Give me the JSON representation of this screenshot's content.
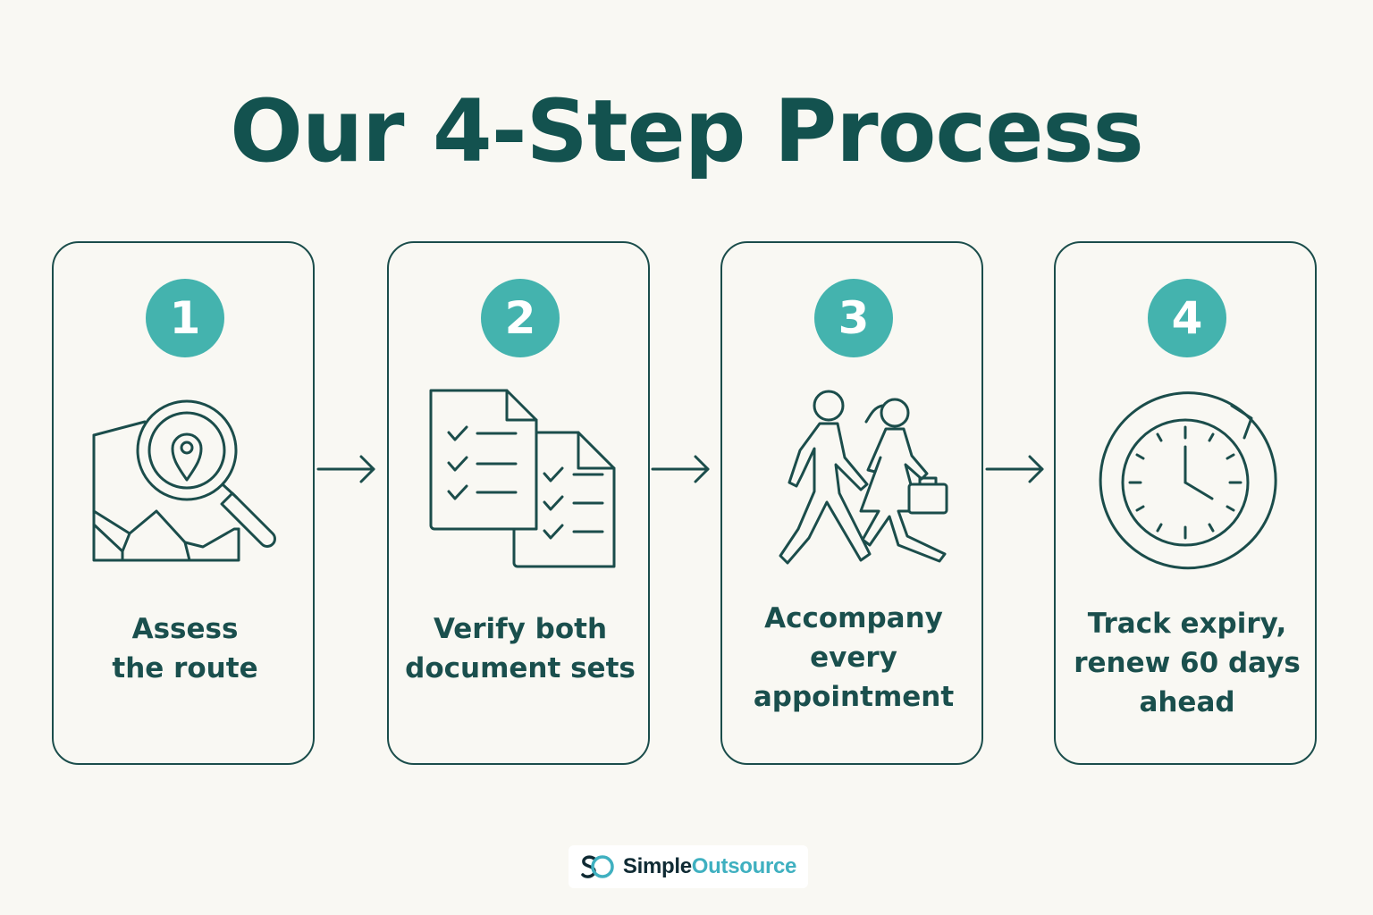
{
  "title": "Our 4-Step Process",
  "colors": {
    "primary": "#13524f",
    "badge": "#44b3ae",
    "background": "#f9f8f3",
    "brand_dark": "#0f2a33",
    "brand_accent": "#3fb0c0"
  },
  "steps": [
    {
      "number": "1",
      "label": "Assess\nthe route",
      "icon": "map-magnifier-icon"
    },
    {
      "number": "2",
      "label": "Verify both\ndocument sets",
      "icon": "documents-checklist-icon"
    },
    {
      "number": "3",
      "label": "Accompany\nevery\nappointment",
      "icon": "people-walking-icon"
    },
    {
      "number": "4",
      "label": "Track expiry,\nrenew 60 days\nahead",
      "icon": "clock-renew-icon"
    }
  ],
  "footer": {
    "brand_part1": "Simple",
    "brand_part2": "Outsource",
    "logo_icon": "simpleoutsource-logo-icon"
  }
}
